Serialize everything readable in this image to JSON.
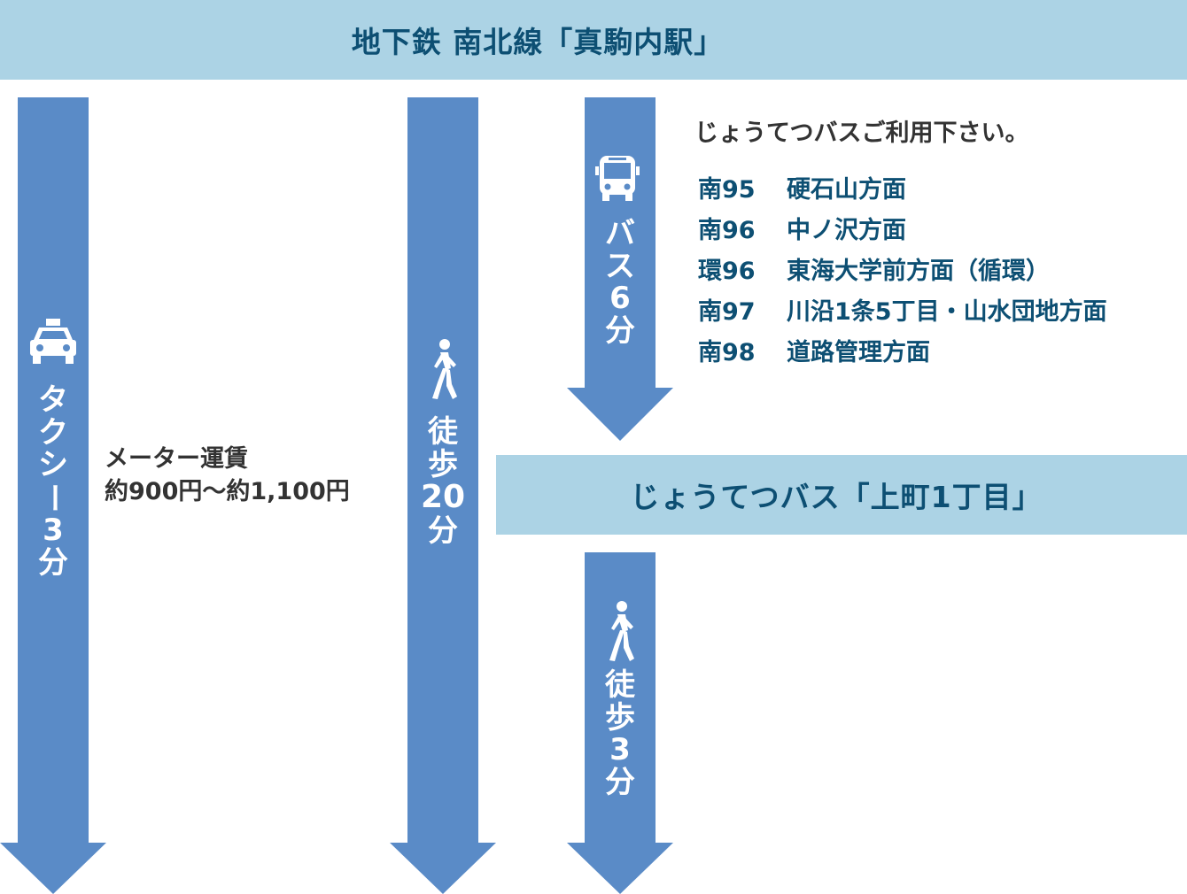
{
  "header": {
    "station": "地下鉄 南北線「真駒内駅」"
  },
  "transfer": {
    "bus_stop": "じょうてつバス「上町1丁目」"
  },
  "taxi": {
    "chars": [
      "タ",
      "ク",
      "シ",
      "ー",
      "3",
      "分"
    ],
    "fare_line1": "メーター運賃",
    "fare_line2": "約900円～約1,100円",
    "icon": "taxi-icon"
  },
  "walk_long": {
    "chars": [
      "徒",
      "歩",
      "20",
      "分"
    ],
    "icon": "walking-person-icon"
  },
  "bus": {
    "chars": [
      "バ",
      "ス",
      "6",
      "分"
    ],
    "icon": "bus-icon",
    "title": "じょうてつバスご利用下さい。",
    "routes": [
      {
        "code": "南95",
        "dest": "硬石山方面"
      },
      {
        "code": "南96",
        "dest": "中ノ沢方面"
      },
      {
        "code": "環96",
        "dest": "東海大学前方面（循環）"
      },
      {
        "code": "南97",
        "dest": "川沿1条5丁目・山水団地方面"
      },
      {
        "code": "南98",
        "dest": "道路管理方面"
      }
    ]
  },
  "walk_short": {
    "chars": [
      "徒",
      "歩",
      "3",
      "分"
    ],
    "icon": "walking-person-icon"
  },
  "colors": {
    "band": "#acd3e5",
    "arrow": "#5a8bc7",
    "band_text": "#0d4f73",
    "route_text": "#0d4f73",
    "body_text": "#333333"
  }
}
